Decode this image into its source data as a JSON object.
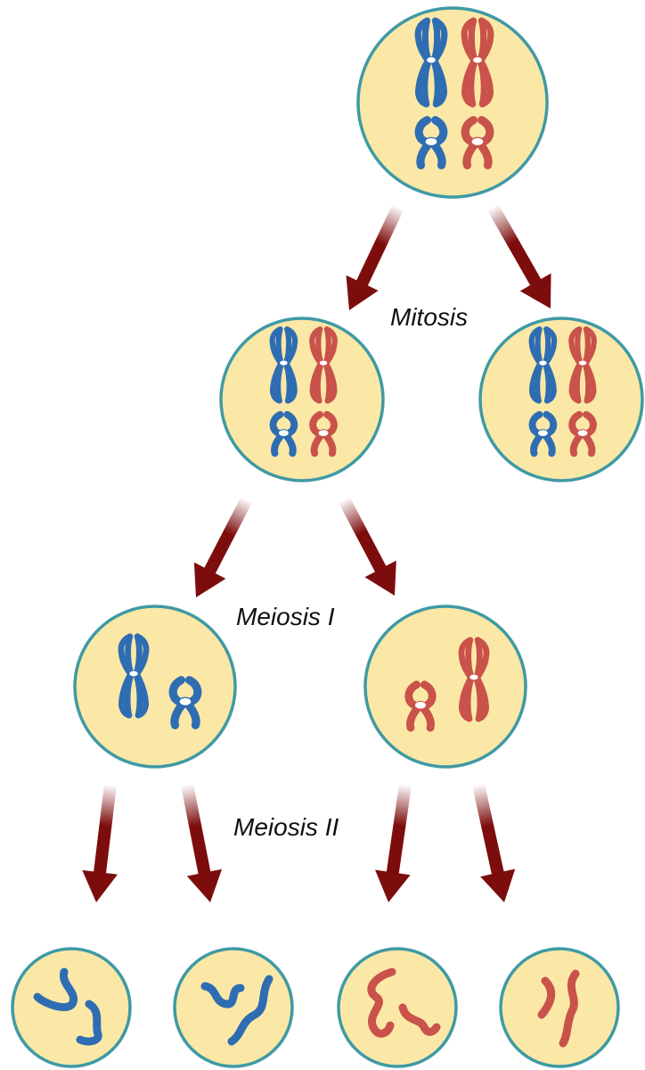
{
  "labels": {
    "mitosis": "Mitosis",
    "meiosis1": "Meiosis I",
    "meiosis2": "Meiosis II"
  },
  "colors": {
    "cell_fill": "#fbe8a6",
    "cell_stroke": "#3f9aa4",
    "chromosome_blue": "#2f6db3",
    "chromosome_red": "#c9524a",
    "arrow": "#7d0d0d"
  },
  "cells": [
    {
      "name": "parent-cell",
      "stage": "parent",
      "chromosomes": [
        "blue-large",
        "red-large",
        "blue-small",
        "red-small"
      ]
    },
    {
      "name": "mitosis-daughter-cell-left",
      "stage": "mitosis",
      "chromosomes": [
        "blue-large",
        "red-large",
        "blue-small",
        "red-small"
      ]
    },
    {
      "name": "mitosis-daughter-cell-right",
      "stage": "mitosis",
      "chromosomes": [
        "blue-large",
        "red-large",
        "blue-small",
        "red-small"
      ]
    },
    {
      "name": "meiosis1-cell-left",
      "stage": "meiosis-i",
      "chromosomes": [
        "blue-large",
        "blue-small"
      ]
    },
    {
      "name": "meiosis1-cell-right",
      "stage": "meiosis-i",
      "chromosomes": [
        "red-small",
        "red-large"
      ]
    },
    {
      "name": "gamete-cell-1",
      "stage": "meiosis-ii",
      "chromosomes": [
        "blue-large",
        "blue-small"
      ]
    },
    {
      "name": "gamete-cell-2",
      "stage": "meiosis-ii",
      "chromosomes": [
        "blue-large",
        "blue-small"
      ]
    },
    {
      "name": "gamete-cell-3",
      "stage": "meiosis-ii",
      "chromosomes": [
        "red-large",
        "red-small"
      ]
    },
    {
      "name": "gamete-cell-4",
      "stage": "meiosis-ii",
      "chromosomes": [
        "red-small",
        "red-large"
      ]
    }
  ]
}
